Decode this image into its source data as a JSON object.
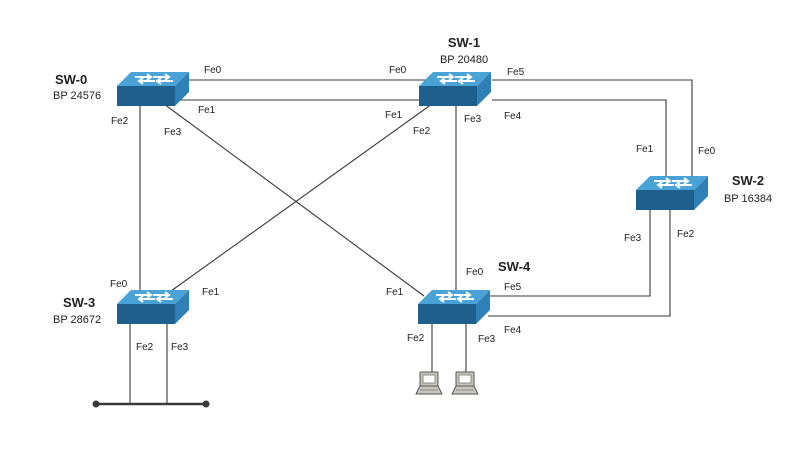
{
  "colors": {
    "switch_top": "#4aa3d6",
    "switch_side": "#2f80b6",
    "switch_front": "#1f5f8c",
    "link": "#3a3a3a",
    "pc": "#c8c6bc"
  },
  "switches": {
    "sw0": {
      "name": "SW-0",
      "bp": "BP 24576",
      "icon": "switch-icon"
    },
    "sw1": {
      "name": "SW-1",
      "bp": "BP 20480",
      "icon": "switch-icon"
    },
    "sw2": {
      "name": "SW-2",
      "bp": "BP 16384",
      "icon": "switch-icon"
    },
    "sw3": {
      "name": "SW-3",
      "bp": "BP 28672",
      "icon": "switch-icon"
    },
    "sw4": {
      "name": "SW-4",
      "bp": "",
      "icon": "switch-icon"
    }
  },
  "ports": {
    "sw0_fe0": "Fe0",
    "sw0_fe1": "Fe1",
    "sw0_fe2": "Fe2",
    "sw0_fe3": "Fe3",
    "sw1_fe0": "Fe0",
    "sw1_fe1": "Fe1",
    "sw1_fe2": "Fe2",
    "sw1_fe3": "Fe3",
    "sw1_fe4": "Fe4",
    "sw1_fe5": "Fe5",
    "sw2_fe0": "Fe0",
    "sw2_fe1": "Fe1",
    "sw2_fe2": "Fe2",
    "sw2_fe3": "Fe3",
    "sw3_fe0": "Fe0",
    "sw3_fe1": "Fe1",
    "sw3_fe2": "Fe2",
    "sw3_fe3": "Fe3",
    "sw4_fe0": "Fe0",
    "sw4_fe1": "Fe1",
    "sw4_fe2": "Fe2",
    "sw4_fe3": "Fe3",
    "sw4_fe4": "Fe4",
    "sw4_fe5": "Fe5"
  },
  "endpoints": {
    "pc_icon": "computer-icon",
    "segment": "lan-segment"
  }
}
